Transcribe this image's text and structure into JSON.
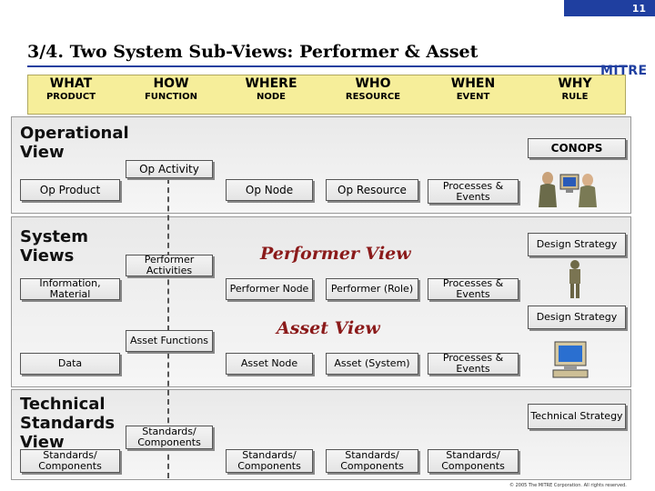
{
  "page_number": "11",
  "title": "3/4. Two System Sub-Views: Performer & Asset",
  "logo": "MITRE",
  "headers": [
    {
      "q": "WHAT",
      "s": "PRODUCT"
    },
    {
      "q": "HOW",
      "s": "FUNCTION"
    },
    {
      "q": "WHERE",
      "s": "NODE"
    },
    {
      "q": "WHO",
      "s": "RESOURCE"
    },
    {
      "q": "WHEN",
      "s": "EVENT"
    },
    {
      "q": "WHY",
      "s": "RULE"
    }
  ],
  "operational": {
    "label": "Operational View",
    "conops": "CONOPS",
    "op_activity": "Op Activity",
    "op_product": "Op Product",
    "op_node": "Op Node",
    "op_resource": "Op Resource",
    "processes": "Processes & Events"
  },
  "system": {
    "label": "System Views",
    "information": "Information, Material",
    "performer_activities": "Performer Activities",
    "performer_view": "Performer View",
    "design_strategy_1": "Design Strategy",
    "performer_node": "Performer Node",
    "performer_role": "Performer (Role)",
    "processes_1": "Processes & Events",
    "design_strategy_2": "Design Strategy",
    "asset_functions": "Asset Functions",
    "asset_view": "Asset View",
    "data": "Data",
    "asset_node": "Asset Node",
    "asset_system": "Asset (System)",
    "processes_2": "Processes & Events"
  },
  "technical": {
    "label": "Technical Standards View",
    "technical_strategy": "Technical Strategy",
    "stdcomp_how": "Standards/ Components",
    "stdcomp_what": "Standards/ Components",
    "stdcomp_where": "Standards/ Components",
    "stdcomp_who": "Standards/ Components",
    "stdcomp_when": "Standards/ Components"
  },
  "copyright": "© 2005 The MITRE Corporation. All rights reserved."
}
